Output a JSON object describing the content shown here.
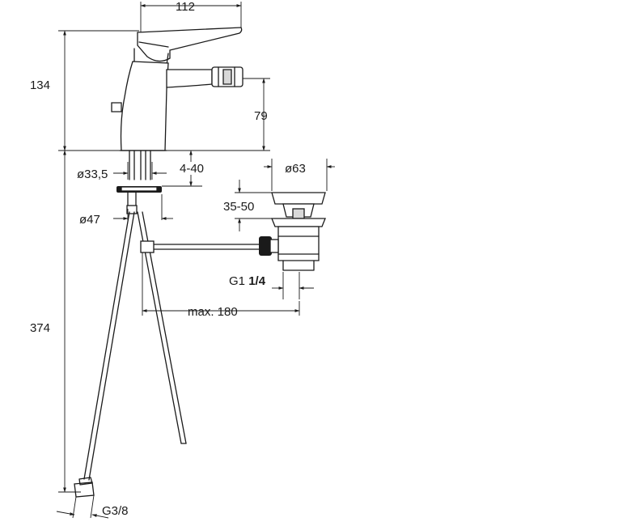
{
  "diagram": {
    "dimensions": {
      "width_top": "112",
      "height_upper": "134",
      "spout_height": "79",
      "height_lower": "374",
      "hole_diameter": "ø33,5",
      "thickness_range": "4-40",
      "flange_diameter": "ø47",
      "waste_diameter": "ø63",
      "plug_range": "35-50",
      "waste_thread_prefix": "G1 ",
      "waste_thread_fraction": "1/4",
      "max_reach": "max. 180",
      "supply_thread": "G3/8"
    }
  }
}
